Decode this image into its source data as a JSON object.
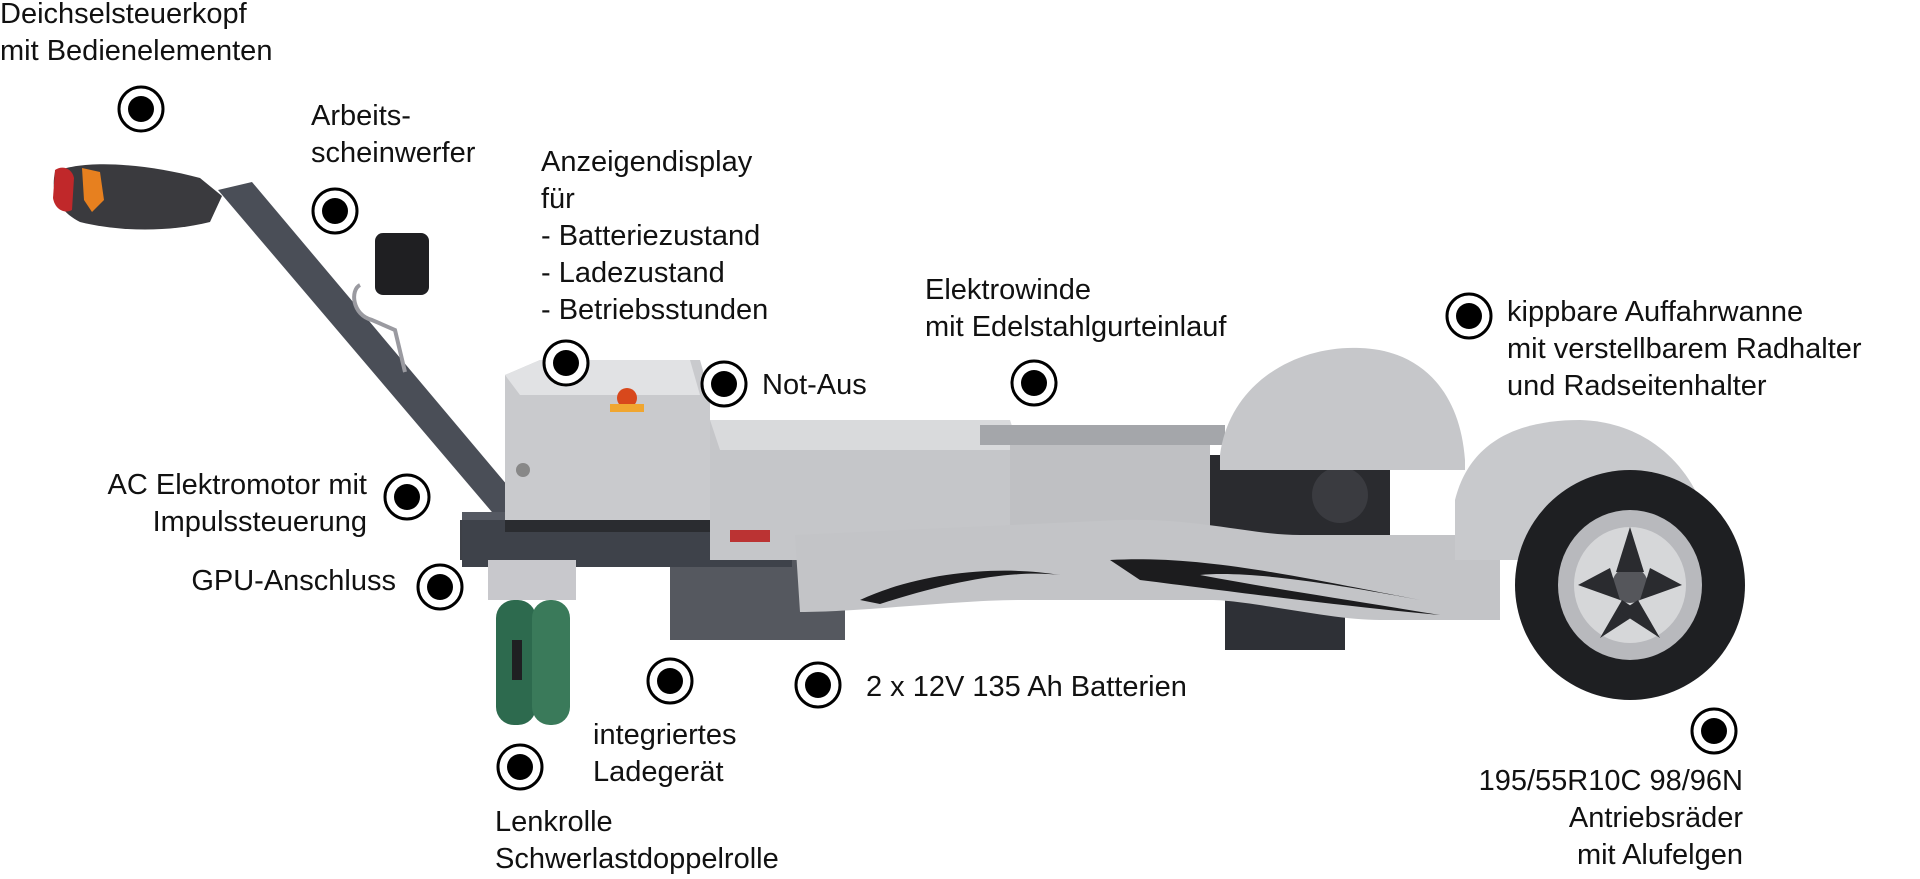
{
  "labels": {
    "deichsel": [
      "Deichselsteuerkopf",
      "mit Bedienelementen"
    ],
    "arbeits": [
      "Arbeits-",
      "scheinwerfer"
    ],
    "anzeige": [
      "Anzeigendisplay",
      "für",
      "- Batteriezustand",
      "- Ladezustand",
      "- Betriebsstunden"
    ],
    "elektrowinde": [
      "Elektrowinde",
      "mit Edelstahlgurteinlauf"
    ],
    "kippbare": [
      "kippbare Auffahrwanne",
      "mit verstellbarem Radhalter",
      "und Radseitenhalter"
    ],
    "notaus": "Not-Aus",
    "acmotor": [
      "AC Elektromotor mit",
      "Impulssteuerung"
    ],
    "gpu": "GPU-Anschluss",
    "ladegeraet": [
      "integriertes",
      "Ladegerät"
    ],
    "batterien": "2 x 12V 135 Ah Batterien",
    "lenkrolle": [
      "Lenkrolle",
      "Schwerlastdoppelrolle"
    ],
    "reifen": [
      "195/55R10C 98/96N",
      "Antriebsräder",
      "mit Alufelgen"
    ]
  }
}
